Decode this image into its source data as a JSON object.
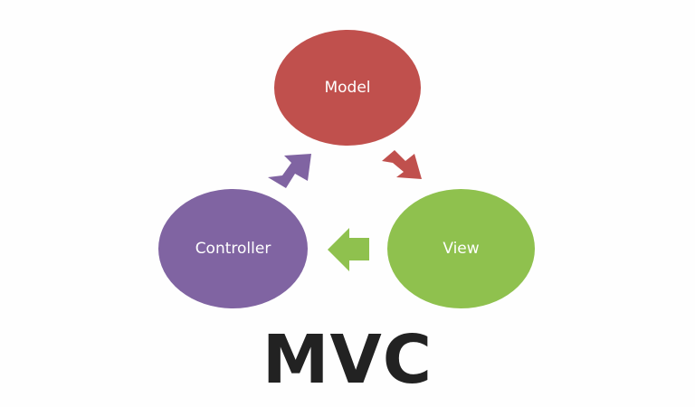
{
  "nodes": {
    "model": "Model",
    "view": "View",
    "controller": "Controller"
  },
  "title": "MVC",
  "colors": {
    "model": "#c0504d",
    "view": "#8fc14e",
    "controller": "#8064a2"
  }
}
